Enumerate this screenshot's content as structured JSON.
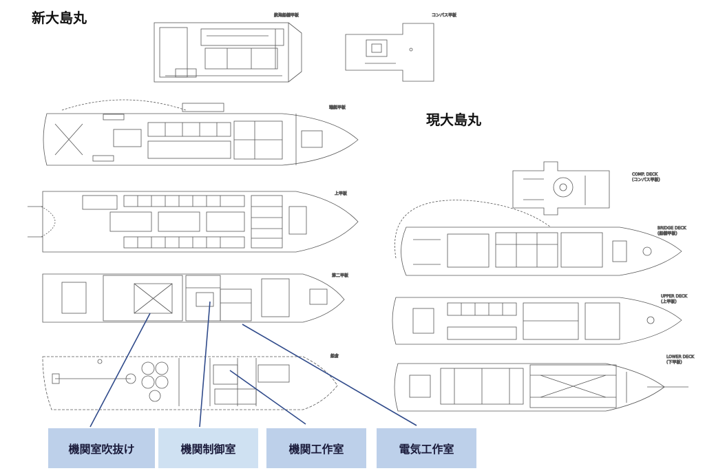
{
  "titles": {
    "new_ship": "新大島丸",
    "current_ship": "現大島丸"
  },
  "new_ship_deck_labels": {
    "navigation_bridge_deck": "航海船橋甲板",
    "compass_deck": "コンパス甲板",
    "boat_deck": "端艇甲板",
    "upper_deck": "上甲板",
    "second_deck": "第二甲板",
    "hold": "船倉"
  },
  "current_ship_deck_labels": {
    "comp_deck": "COMP. DECK",
    "comp_deck_jp": "(コンパス甲板)",
    "bridge_deck": "BRIDGE DECK",
    "bridge_deck_jp": "(船橋甲板)",
    "upper_deck": "UPPER DECK",
    "upper_deck_jp": "(上甲板)",
    "lower_deck": "LOWER DECK",
    "lower_deck_jp": "(下甲板)"
  },
  "callouts": [
    {
      "label": "機関室吹抜け"
    },
    {
      "label": "機関制御室"
    },
    {
      "label": "機関工作室"
    },
    {
      "label": "電気工作室"
    }
  ],
  "colors": {
    "callout_line": "#2f4a8a",
    "callout_box": "#bdd0ea",
    "callout_box_light": "#cfe1f2",
    "drawing_line": "#555555"
  }
}
